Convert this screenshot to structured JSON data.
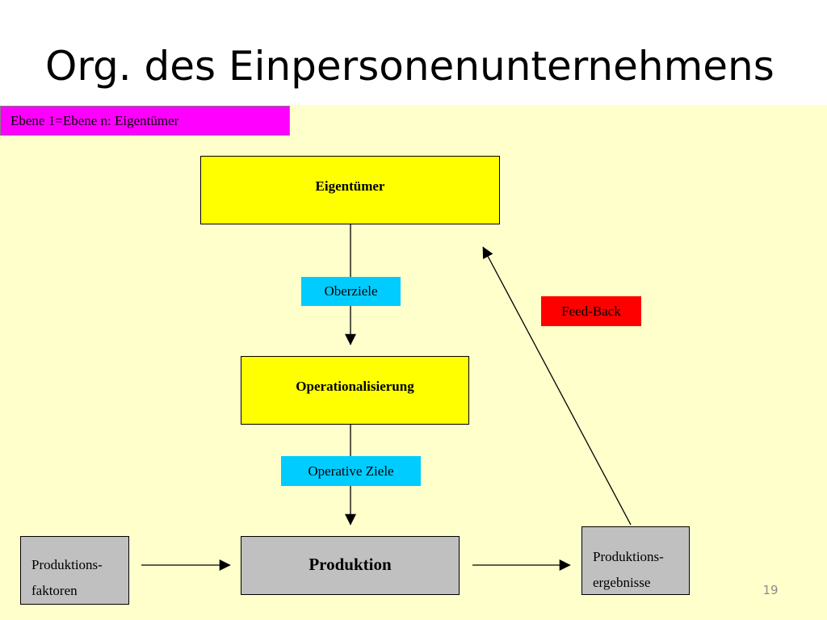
{
  "slide": {
    "title": "Org. des Einpersonenunternehmens",
    "page_number": "19"
  },
  "level_tag": "Ebene 1=Ebene n: Eigentümer",
  "nodes": {
    "owner": "Eigentümer",
    "operationalisierung": "Operationalisierung",
    "produktion": "Produktion",
    "produktionsfaktoren": [
      "Produktions-",
      "faktoren"
    ],
    "produktionsergebnisse": [
      "Produktions-",
      "ergebnisse"
    ]
  },
  "edge_labels": {
    "oberziele": "Oberziele",
    "operative_ziele": "Operative Ziele",
    "feedback": "Feed-Back"
  },
  "colors": {
    "canvas_background": "#ffffcc",
    "level_tag": "#ff00ff",
    "goal_box": "#ffff00",
    "goal_label": "#00ccff",
    "feedback_label": "#ff0000",
    "production_box": "#c0c0c0"
  }
}
